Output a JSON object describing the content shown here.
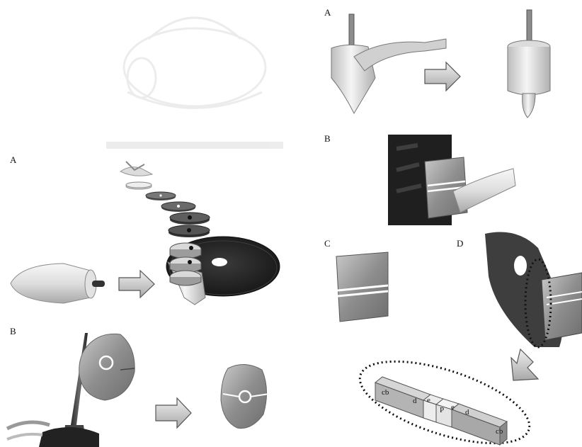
{
  "left_figure": {
    "panel_a_label": "A",
    "panel_b_label": "B"
  },
  "right_figure": {
    "panel_a_label": "A",
    "panel_b_label": "B",
    "panel_c_label": "C",
    "panel_d_label": "D",
    "strip_part_labels": [
      "cb",
      "d",
      "e",
      "P",
      "e",
      "d",
      "cb"
    ]
  },
  "colors": {
    "bone": "#e6e6e6",
    "disc_dark": "#2a2a2a",
    "specimen": "#9a9a9a",
    "arrow_fill": "#d0d0d0",
    "dotted_outline": "#111111"
  }
}
